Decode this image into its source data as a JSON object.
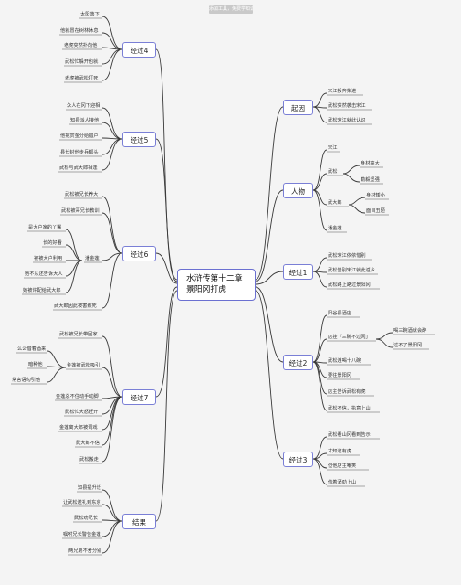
{
  "watermark": "添加工具，免费学知识的",
  "root": {
    "line1": "水浒传第十二章",
    "line2": "景阳冈打虎"
  },
  "branches": {
    "jingguo4": "经过4",
    "jingguo5": "经过5",
    "jingguo6": "经过6",
    "jingguo7": "经过7",
    "jieju": "结果",
    "qiyin": "起因",
    "renwu": "人物",
    "jingguo1": "经过1",
    "jingguo2": "经过2",
    "jingguo3": "经过3"
  },
  "left": {
    "jingguo4": [
      "太阳落下",
      "他就冒在树林休息",
      "老虎突然扑向他",
      "武松忙躲开也就",
      "老虎被武松打死"
    ],
    "jingguo5": [
      "众人在冈下迎相",
      "知县派人接他",
      "他把赏金分给猎户",
      "县长封他步兵都头",
      "武松与武大郎相逢"
    ],
    "jingguo6": [
      "武松被兄长养大",
      "武松被哥兄长教训",
      "潘金莲",
      "武大郎因此被害致死"
    ],
    "jinlian": [
      "是大户家的丫鬟",
      "长的好看",
      "被被大户利用",
      "她不从还告诉大人",
      "她被许配给武大郎"
    ],
    "jingguo7": [
      "武松被兄长带回家",
      "金莲被武松吸引",
      "金莲总不住动手动脚",
      "武松忙大怒赶开",
      "金莲离大郎被调戏",
      "武大郎不信",
      "武松搬走"
    ],
    "g7sub": [
      "么么借着酒来",
      "暗种他",
      "常言语勾引他"
    ],
    "jieju": [
      "知县提升迁",
      "让武松送礼到东京",
      "武松劝兄长",
      "嘱咐兄长警告金莲",
      "两兄弟不舍分别"
    ]
  },
  "right": {
    "qiyin": [
      "宋江投奔柴进",
      "武松突然袭击宋江",
      "武松宋江就此认识"
    ],
    "renwu_top": "宋江",
    "wusong": "武松",
    "wusong_sub": [
      "身材高大",
      "勒毅坚强"
    ],
    "wudalang": "武大郎",
    "wudalang_sub": [
      "身材矮小",
      "面目丑陋"
    ],
    "renwu_bottom": "潘金莲",
    "jingguo1": [
      "武松宋江依依惜别",
      "武松告别宋江就此返乡",
      "武松路上路过景阳冈"
    ],
    "jingguo2": [
      "阳谷县酒店",
      "店挂「三碗不过冈」",
      "武松连喝十八碗",
      "要往景阳冈",
      "店主告诉武松有虎",
      "武松不信，执意上山"
    ],
    "g2sub": [
      "喝三碗酒就会醉",
      "过不了景阳冈"
    ],
    "jingguo3": [
      "武松看山冈看到告示",
      "才知道有虎",
      "但他店主嘲笑",
      "借着酒劲上山"
    ]
  }
}
